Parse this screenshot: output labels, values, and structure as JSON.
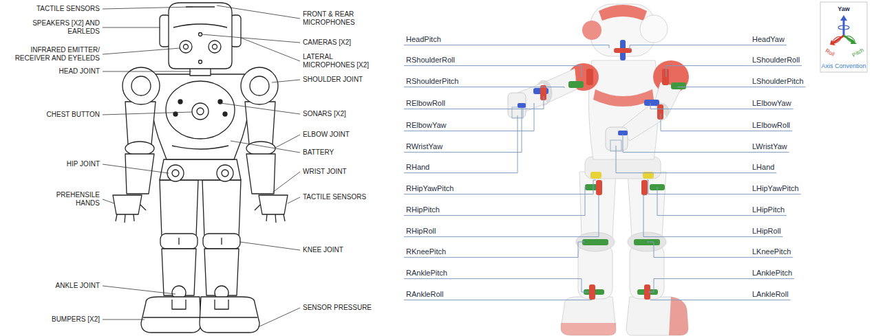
{
  "diagram": {
    "labels": [
      "TACTILE SENSORS",
      "SPEAKERS [X2] AND EARLEDS",
      "INFRARED EMITTER/ RECEIVER AND EYELEDS",
      "HEAD JOINT",
      "CHEST BUTTON",
      "HIP JOINT",
      "PREHENSILE HANDS",
      "ANKLE JOINT",
      "BUMPERS [X2]",
      "FRONT & REAR MICROPHONES",
      "CAMERAS [X2]",
      "LATERAL MICROPHONES [X2]",
      "SHOULDER JOINT",
      "SONARS [X2]",
      "ELBOW JOINT",
      "BATTERY",
      "WRIST JOINT",
      "TACTILE SENSORS",
      "KNEE JOINT",
      "SENSOR PRESSURE",
      "HeadPitch",
      "RShoulderRoll",
      "RShoulderPitch",
      "RElbowRoll",
      "RElbowYaw",
      "RWristYaw",
      "RHand",
      "RHipYawPitch",
      "RHipPitch",
      "RHipRoll",
      "RKneePitch",
      "RAnklePitch",
      "RAnkleRoll",
      "HeadYaw",
      "LShoulderRoll",
      "LShoulderPitch",
      "LElbowYaw",
      "LElbowRoll",
      "LWristYaw",
      "LHand",
      "LHipYawPitch",
      "LHipPitch",
      "LHipRoll",
      "LKneePitch",
      "LAnklePitch",
      "LAnkleRoll",
      "Yaw",
      "Roll",
      "Pitch",
      "Axis Convention"
    ]
  }
}
